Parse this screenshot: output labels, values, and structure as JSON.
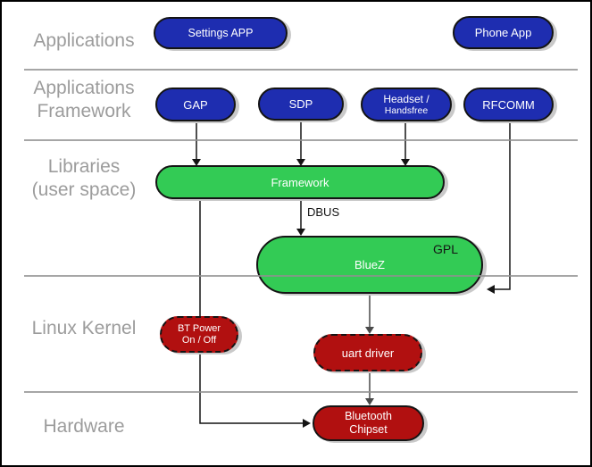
{
  "colors": {
    "blue": "#1e2db0",
    "green": "#33cb55",
    "red": "#b11010",
    "label_gray": "#9c9c9c",
    "divider_gray": "#909090",
    "shadow": "#c9c9c9"
  },
  "layers": {
    "applications": "Applications",
    "app_framework": "Applications\nFramework",
    "libraries": "Libraries\n(user space)",
    "linux_kernel": "Linux Kernel",
    "hardware": "Hardware"
  },
  "nodes": {
    "settings_app": "Settings APP",
    "phone_app": "Phone App",
    "gap": "GAP",
    "sdp": "SDP",
    "headset_line1": "Headset /",
    "headset_line2": "Handsfree",
    "rfcomm": "RFCOMM",
    "framework": "Framework",
    "bluez": "BlueZ",
    "bluez_tag": "GPL",
    "bt_power": "BT Power\nOn / Off",
    "uart_driver": "uart driver",
    "chipset": "Bluetooth\nChipset"
  },
  "edges": {
    "dbus": "DBUS"
  }
}
